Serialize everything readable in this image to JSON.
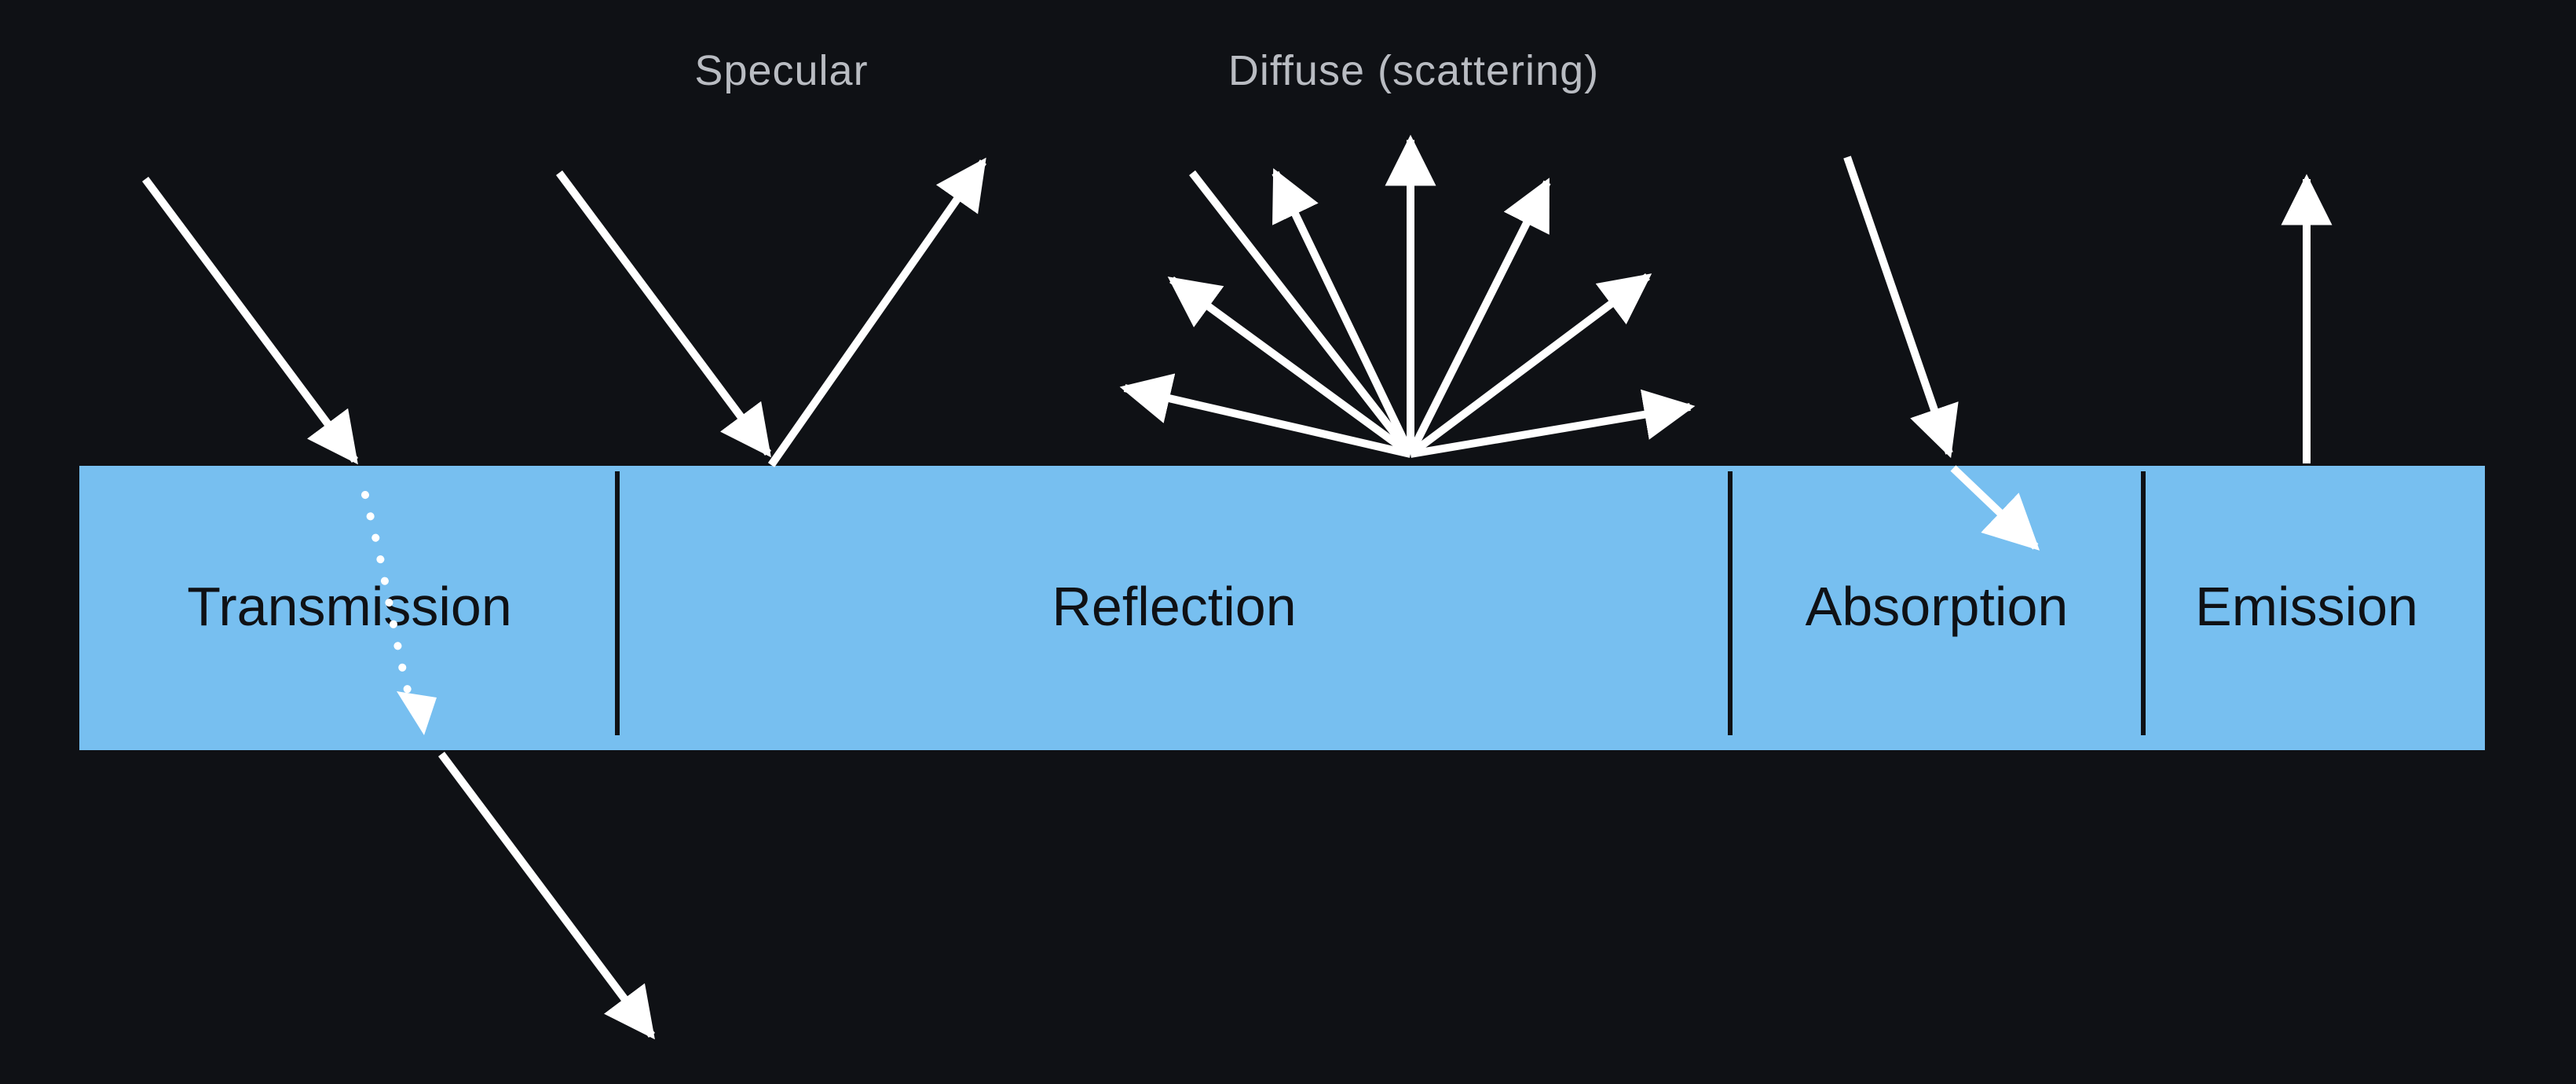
{
  "labels": {
    "specular": "Specular",
    "diffuse": "Diffuse (scattering)"
  },
  "sections": [
    {
      "name": "transmission",
      "label": "Transmission"
    },
    {
      "name": "reflection",
      "label": "Reflection"
    },
    {
      "name": "absorption",
      "label": "Absorption"
    },
    {
      "name": "emission",
      "label": "Emission"
    }
  ],
  "colors": {
    "background": "#0f1115",
    "band": "#77bff0",
    "arrow": "#ffffff",
    "label_text": "#0f1115",
    "annotation_text": "#b9bcc2"
  }
}
